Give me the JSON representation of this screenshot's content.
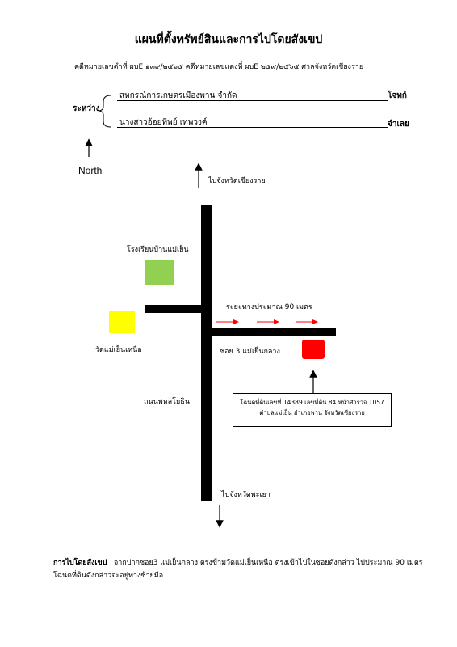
{
  "title": "แผนที่ตั้งทรัพย์สินและการไปโดยสังเขป",
  "case_line": "คดีหมายเลขดำที่  ผบE ๑๓๙/๒๕๖๕    คดีหมายเลขแดงที่  ผบE ๒๕๙/๒๕๖๕   ศาลจังหวัดเชียงราย",
  "parties": {
    "between_label": "ระหว่าง",
    "plaintiff": {
      "name": "สหกรณ์การเกษตรเมืองพาน จำกัด",
      "role": "โจทก์"
    },
    "defendant": {
      "name": "นางสาวอ้อยทิพย์ เทพวงค์",
      "role": "จำเลย"
    }
  },
  "map": {
    "north_label": "North",
    "to_chiangrai": "ไปจังหวัดเชียงราย",
    "to_phayao": "ไปจังหวัดพะเยา",
    "school_label": "โรงเรียนบ้านแม่เย็น",
    "temple_label": "วัดแม่เย็นเหนือ",
    "distance_label": "ระยะทางประมาณ 90 เมตร",
    "soi_label": "ซอย 3 แม่เย็นกลาง",
    "road_label": "ถนนพหลโยธิน",
    "info_box": {
      "line1": "โฉนดที่ดินเลขที่ 14389 เลขที่ดิน 84 หน้าสำรวจ 1057",
      "line2": "ตำบลแม่เย็น  อำเภอพาน  จังหวัดเชียงราย"
    },
    "colors": {
      "road": "#000000",
      "school": "#92d050",
      "temple": "#ffff00",
      "property": "#ff0000",
      "arrows": "#ff0000"
    }
  },
  "directions": {
    "label": "การไปโดยสังเขป",
    "text": "จากปากซอย3 แม่เย็นกลาง ตรงข้ามวัดแม่เย็นเหนือ ตรงเข้าไปในซอยดังกล่าว ไปประมาณ 90 เมตร โฉนดที่ดินดังกล่าวจะอยู่ทางซ้ายมือ"
  }
}
